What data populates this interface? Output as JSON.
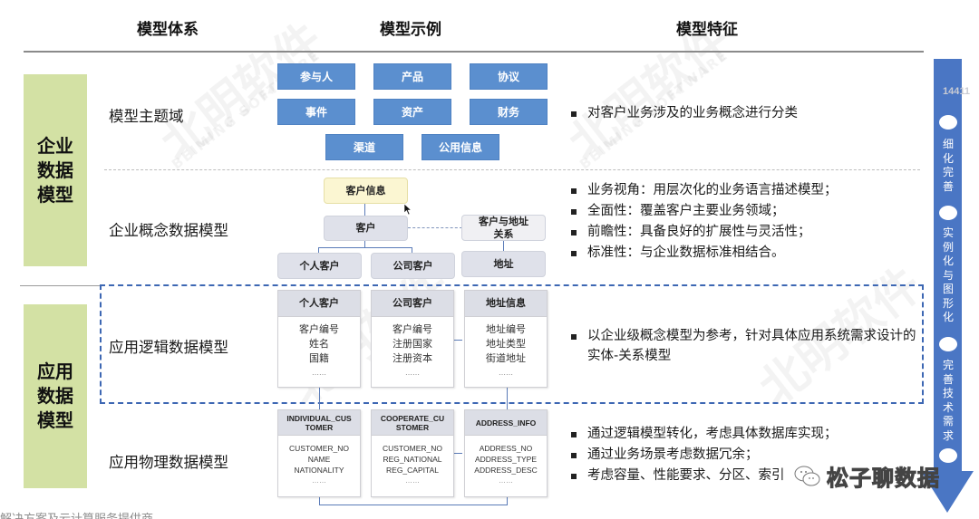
{
  "headers": {
    "system": "模型体系",
    "example": "模型示例",
    "feature": "模型特征"
  },
  "categories": {
    "enterprise": "企业数据模型",
    "application": "应用数据模型"
  },
  "models": {
    "subject_area": "模型主题域",
    "conceptual": "企业概念数据模型",
    "logical": "应用逻辑数据模型",
    "physical": "应用物理数据模型"
  },
  "subject_areas": [
    "参与人",
    "产品",
    "协议",
    "事件",
    "资产",
    "财务",
    "渠道",
    "公用信息"
  ],
  "conceptual_diagram": {
    "root": "客户信息",
    "customer": "客户",
    "individual": "个人客户",
    "company": "公司客户",
    "relation": "客户与地址关系",
    "address": "地址"
  },
  "logical_entities": [
    {
      "name": "个人客户",
      "fields": [
        "客户编号",
        "姓名",
        "国籍",
        "……"
      ]
    },
    {
      "name": "公司客户",
      "fields": [
        "客户编号",
        "注册国家",
        "注册资本",
        "……"
      ]
    },
    {
      "name": "地址信息",
      "fields": [
        "地址编号",
        "地址类型",
        "街道地址",
        "……"
      ]
    }
  ],
  "physical_entities": [
    {
      "name": "INDIVIDUAL_CUSTOMER",
      "fields": [
        "CUSTOMER_NO",
        "NAME",
        "NATIONALITY",
        "……"
      ]
    },
    {
      "name": "COOPERATE_CUSTOMER",
      "fields": [
        "CUSTOMER_NO",
        "REG_NATIONAL",
        "REG_CAPITAL",
        "……"
      ]
    },
    {
      "name": "ADDRESS_INFO",
      "fields": [
        "ADDRESS_NO",
        "ADDRESS_TYPE",
        "ADDRESS_DESC",
        "……"
      ]
    }
  ],
  "features": {
    "subject_area": [
      "对客户业务涉及的业务概念进行分类"
    ],
    "conceptual": [
      "业务视角：用层次化的业务语言描述模型；",
      "全面性：覆盖客户主要业务领域；",
      "前瞻性：具备良好的扩展性与灵活性；",
      "标准性：与企业数据标准相结合。"
    ],
    "logical": [
      "以企业级概念模型为参考，针对具体应用系统需求设计的实体-关系模型"
    ],
    "physical": [
      "通过逻辑模型转化，考虑具体数据库实现；",
      "通过业务场景考虑数据冗余；",
      "考虑容量、性能要求、分区、索引"
    ]
  },
  "progress_arrow": {
    "counter": "14411",
    "stages": [
      "细化完善",
      "实例化与图形化",
      "完善技术需求"
    ]
  },
  "watermark": {
    "cn": "北明软件",
    "en": "BEIMING SOFTWARE",
    "channel": "松子聊数据"
  },
  "footer_cut_text": "解决方案及云计算服务提供商",
  "colors": {
    "category_bg": "#d3e1a4",
    "subject_blue": "#5b8fcf",
    "arrow_blue": "#4a76c4",
    "logic_frame": "#3d67b3",
    "entity_head": "#dcdee6",
    "root_yellow": "#fbf6d2"
  }
}
